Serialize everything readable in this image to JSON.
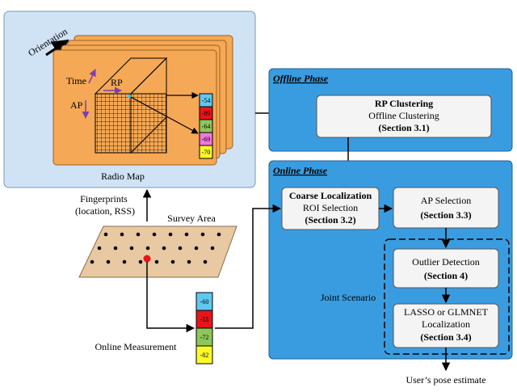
{
  "radio_map": {
    "label": "Radio Map",
    "orientation_label": "Orientation",
    "axis_time": "Time",
    "axis_rp": "RP",
    "axis_ap": "AP",
    "rss_values": [
      "-54",
      "-89",
      "-64",
      "-69",
      "-70"
    ],
    "rss_colors": [
      "#5ec8f0",
      "#e8141c",
      "#8dc75a",
      "#f078e0",
      "#fafa28"
    ]
  },
  "fingerprints_label": [
    "Fingerprints",
    "(location, RSS)"
  ],
  "survey_area_label": "Survey Area",
  "online_measurement": {
    "label": "Online Measurement",
    "rss_values": [
      "-60",
      "-55",
      "-72",
      "-82"
    ],
    "rss_colors": [
      "#5ec8f0",
      "#e8141c",
      "#8dc75a",
      "#fafa28"
    ]
  },
  "offline_phase": {
    "title": "Offline Phase",
    "rp_clustering": {
      "title": "RP Clustering",
      "subtitle": "Offline Clustering",
      "section": "(Section 3.1)"
    }
  },
  "online_phase": {
    "title": "Online Phase",
    "coarse_localization": {
      "title": "Coarse Localization",
      "subtitle": "ROI Selection",
      "section": "(Section 3.2)"
    },
    "ap_selection": {
      "title": "AP Selection",
      "section": "(Section 3.3)"
    },
    "outlier_detection": {
      "title": "Outlier Detection",
      "section": "(Section 4)"
    },
    "lasso": {
      "title": "LASSO or GLMNET",
      "subtitle": "Localization",
      "section": "(Section 3.4)"
    },
    "joint_scenario_label": "Joint Scenario"
  },
  "output_label": "User’s pose estimate",
  "colors": {
    "radio_map_bg": "#cfe3f5",
    "layer_orange": "#f5a855",
    "phase_blue": "#3a9ce0",
    "process_box": "#f4f4f4",
    "survey_area": "#e8c9a2",
    "arrow_purple": "#7a3fb0"
  }
}
